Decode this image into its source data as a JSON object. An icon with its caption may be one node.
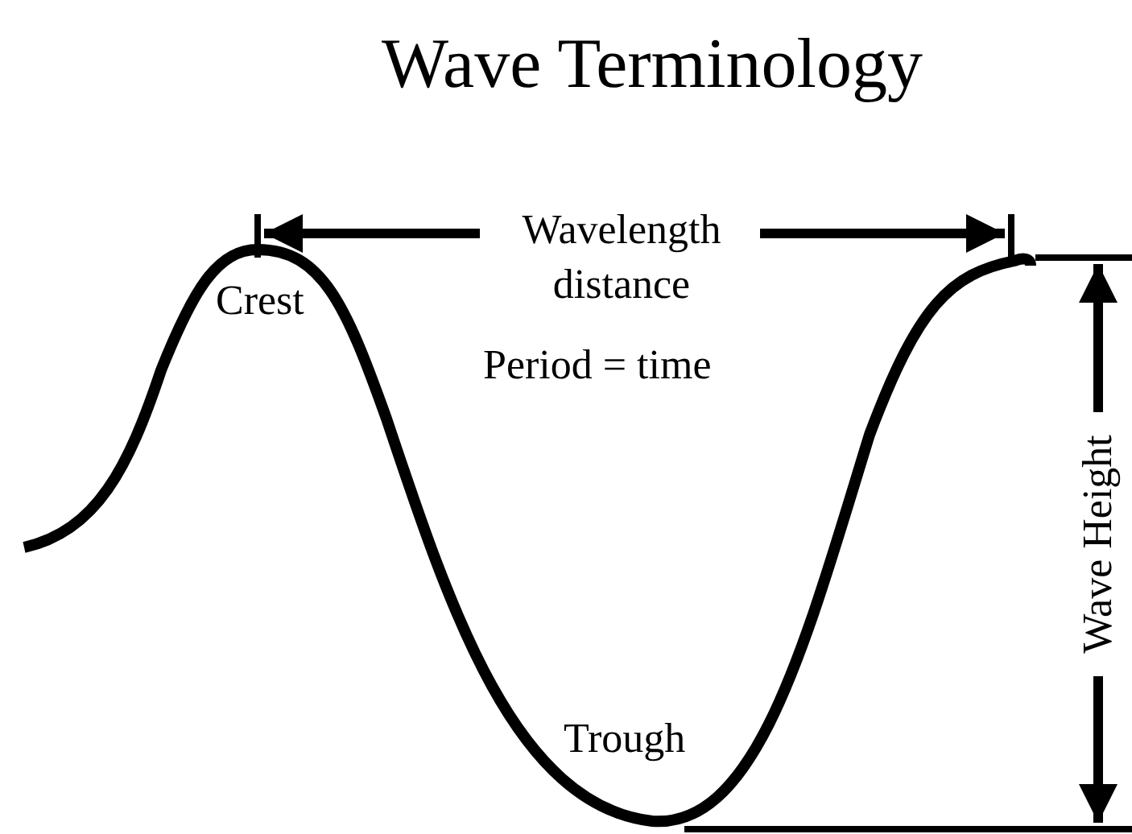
{
  "diagram": {
    "title": "Wave Terminology",
    "labels": [
      "Wavelength distance",
      "Crest",
      "Period = time",
      "Wave Height",
      "Trough"
    ]
  }
}
